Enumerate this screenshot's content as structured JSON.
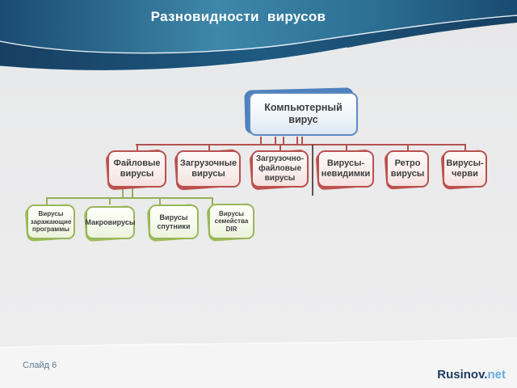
{
  "slide": {
    "title": "Разновидности  вирусов",
    "footer": {
      "slide_number": "Слайд 6",
      "brand_primary": "Rusinov.",
      "brand_secondary": "net"
    }
  },
  "diagram": {
    "root": {
      "label": "Компьютерный вирус"
    },
    "level2": [
      {
        "label": "Файловые вирусы"
      },
      {
        "label": "Загрузочные вирусы"
      },
      {
        "label": "Загрузочно-файловые вирусы"
      },
      {
        "label": "Вирусы-невидимки"
      },
      {
        "label": "Ретро вирусы"
      },
      {
        "label": "Вирусы-черви"
      }
    ],
    "level3": [
      {
        "label": "Вирусы заражающие программы"
      },
      {
        "label": "Макровирусы"
      },
      {
        "label": "Вирусы спутники"
      },
      {
        "label": "Вирусы семейства DIR"
      }
    ],
    "colors": {
      "root_accent": "#4f81bd",
      "level2_accent": "#c0504d",
      "level3_accent": "#9bbb59",
      "header_teal": "#3e87aa",
      "header_navy": "#1b4b72"
    }
  }
}
